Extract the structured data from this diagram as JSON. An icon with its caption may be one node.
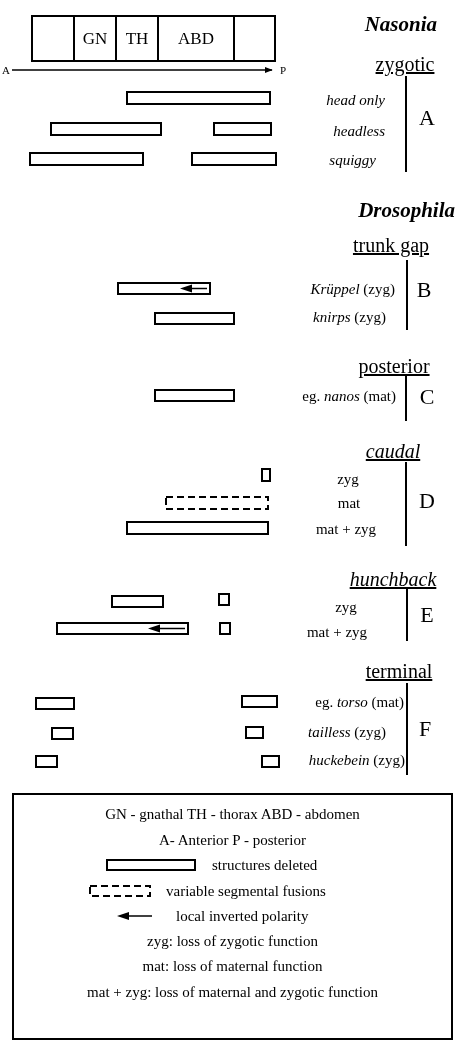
{
  "diagram": {
    "nodes": [
      {
        "text": [],
        "shape": "box"
      },
      {
        "text": [
          "GN"
        ]
      },
      {
        "text": [
          "TH"
        ]
      },
      {
        "text": [
          "ABD"
        ]
      },
      {
        "text": [],
        "shape": "box"
      }
    ],
    "labels": [
      "Nasonia",
      "A",
      "P",
      "zygotic",
      "head only",
      "headless",
      "squiggy",
      "A",
      "Drosophila",
      "trunk gap",
      "*Krüppel* (zyg)",
      "*knirps* (zyg)",
      "B",
      "posterior",
      "eg. *nanos* (mat)",
      "C",
      "caudal",
      "zyg",
      "mat",
      "mat + zyg",
      "D",
      "hunchback",
      "zyg",
      "mat + zyg",
      "E",
      "terminal",
      "eg. *torso* (mat)",
      "*tailless* (zyg)",
      "*huckebein* (zyg)",
      "F"
    ],
    "legend": [
      {
        "text": "GN - gnathal TH - thorax ABD - abdomen"
      },
      {
        "text": "A- Anterior P - posterior"
      },
      {
        "text": "structures deleted"
      },
      {
        "text": "variable segmental fusions"
      },
      {
        "text": "local inverted polarity"
      },
      {
        "text": "zyg: loss of zygotic function"
      },
      {
        "text": "mat: loss of maternal function"
      },
      {
        "text": "mat + zyg: loss of maternal and zygotic function"
      }
    ]
  }
}
